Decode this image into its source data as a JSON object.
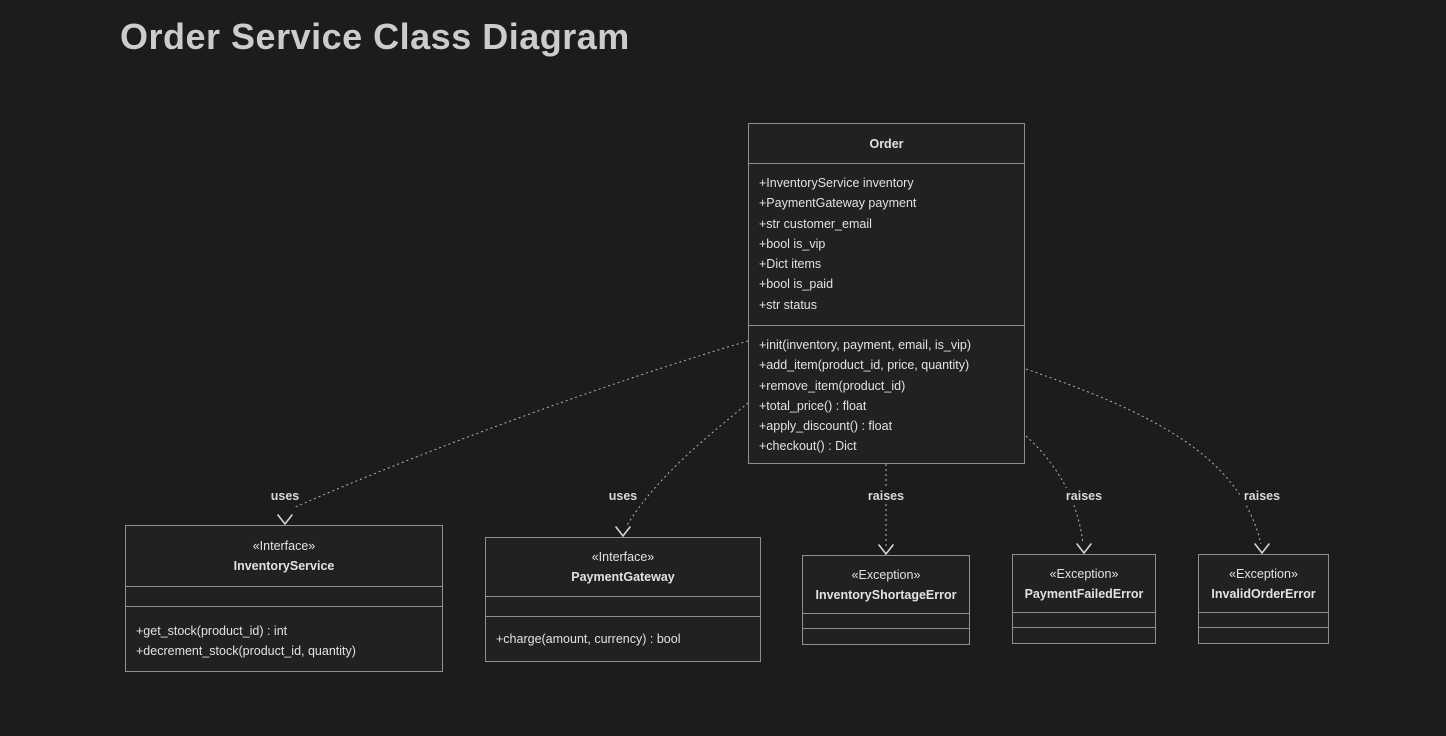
{
  "title": "Order Service Class Diagram",
  "colors": {
    "background": "#1a1c1d",
    "node_fill": "#1f2122",
    "node_border": "#8f8f8f",
    "text": "#e2e2e2",
    "title_text": "#cccccc",
    "edge": "#b4b4b4"
  },
  "classes": {
    "order": {
      "name": "Order",
      "attributes": [
        "+InventoryService inventory",
        "+PaymentGateway payment",
        "+str customer_email",
        "+bool is_vip",
        "+Dict items",
        "+bool is_paid",
        "+str status"
      ],
      "methods": [
        "+init(inventory, payment, email, is_vip)",
        "+add_item(product_id, price, quantity)",
        "+remove_item(product_id)",
        "+total_price() : float",
        "+apply_discount() : float",
        "+checkout() : Dict"
      ]
    },
    "inventory_service": {
      "stereotype": "«Interface»",
      "name": "InventoryService",
      "methods": [
        "+get_stock(product_id) : int",
        "+decrement_stock(product_id, quantity)"
      ]
    },
    "payment_gateway": {
      "stereotype": "«Interface»",
      "name": "PaymentGateway",
      "methods": [
        "+charge(amount, currency) : bool"
      ]
    },
    "inventory_shortage_error": {
      "stereotype": "«Exception»",
      "name": "InventoryShortageError"
    },
    "payment_failed_error": {
      "stereotype": "«Exception»",
      "name": "PaymentFailedError"
    },
    "invalid_order_error": {
      "stereotype": "«Exception»",
      "name": "InvalidOrderError"
    }
  },
  "edges": {
    "uses_inventory_service": {
      "label": "uses"
    },
    "uses_payment_gateway": {
      "label": "uses"
    },
    "raises_inventory_shortage": {
      "label": "raises"
    },
    "raises_payment_failed": {
      "label": "raises"
    },
    "raises_invalid_order": {
      "label": "raises"
    }
  }
}
